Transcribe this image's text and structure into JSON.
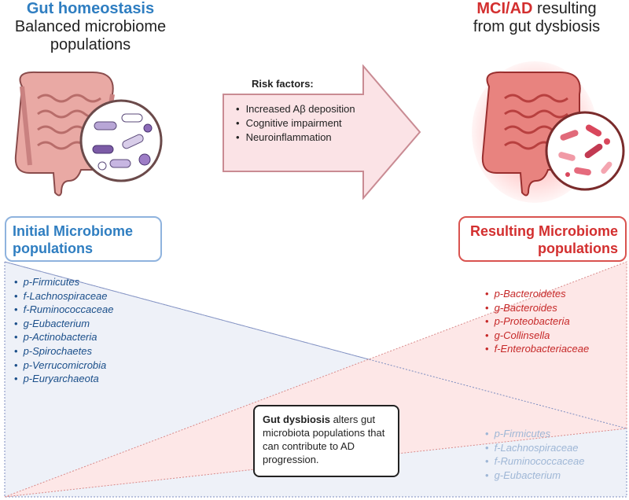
{
  "header_left": {
    "accent": "Gut homeostasis",
    "line2": "Balanced microbiome",
    "line3": "populations"
  },
  "header_right": {
    "accent": "MCI/AD",
    "line1_rest": " resulting",
    "line2": "from gut dysbiosis"
  },
  "risk": {
    "title": "Risk factors:",
    "items": [
      "Increased Aβ deposition",
      "Cognitive impairment",
      "Neuroinflammation"
    ]
  },
  "initial_box": {
    "line1": "Initial Microbiome",
    "line2": "populations"
  },
  "resulting_box": {
    "line1": "Resulting Microbiome",
    "line2": "populations"
  },
  "initial_populations": [
    "p-Firmicutes",
    "f-Lachnospiraceae",
    "f-Ruminococcaceae",
    "g-Eubacterium",
    "p-Actinobacteria",
    "p-Spirochaetes",
    "p-Verrucomicrobia",
    "p-Euryarchaeota"
  ],
  "resulting_populations": [
    "p-Bacteroidetes",
    "g-Bacteroides",
    "p-Proteobacteria",
    "g-Collinsella",
    "f-Enterobacteriaceae"
  ],
  "decreased_populations": [
    "p-Firmicutes",
    "f-Lachnospiraceae",
    "f-Ruminococcaceae",
    "g-Eubacterium"
  ],
  "note": {
    "bold": "Gut dysbiosis",
    "rest": " alters gut microbiota populations that can contribute to AD progression."
  },
  "colors": {
    "blue": "#2f7ec1",
    "red": "#d32f2f",
    "arrow_fill": "#fbe3e6",
    "arrow_stroke": "#c98b93"
  },
  "icons": [
    "intestine-healthy-icon",
    "microbiome-balanced-icon",
    "intestine-inflamed-icon",
    "microbiome-dysbiosis-icon"
  ]
}
